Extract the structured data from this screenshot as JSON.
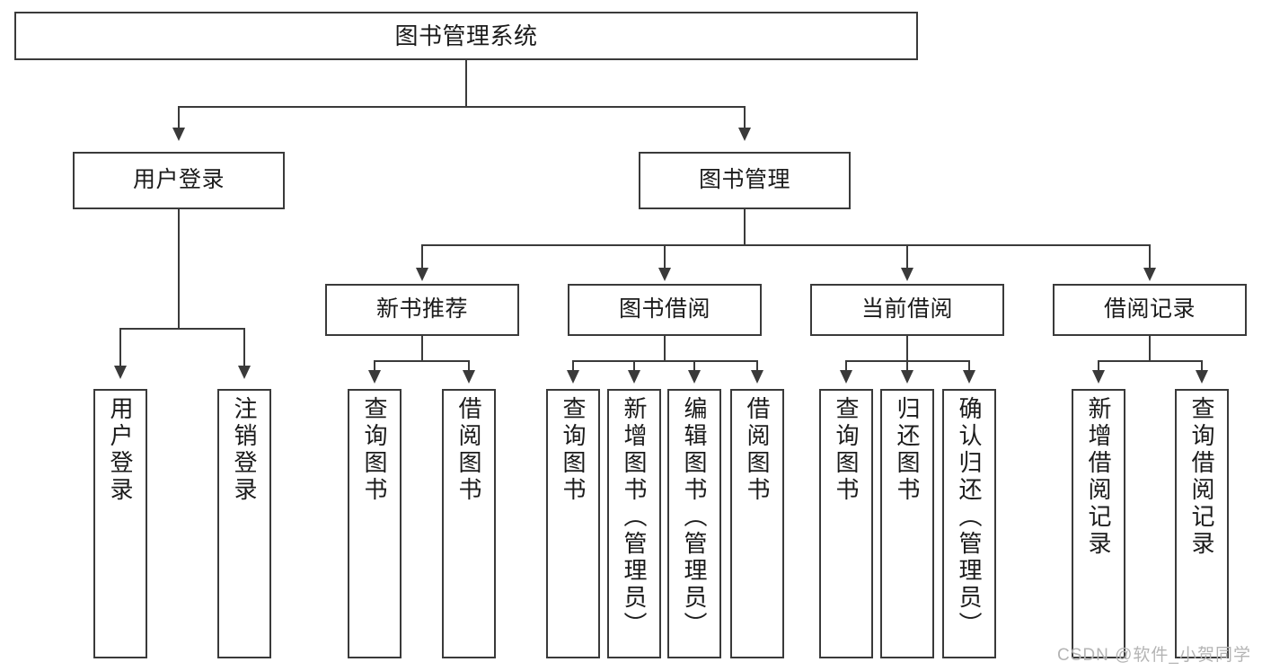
{
  "diagram": {
    "title": "图书管理系统",
    "type": "tree",
    "root": {
      "label": "图书管理系统"
    },
    "level2": [
      {
        "label": "用户登录"
      },
      {
        "label": "图书管理"
      }
    ],
    "level3": [
      {
        "label": "新书推荐"
      },
      {
        "label": "图书借阅"
      },
      {
        "label": "当前借阅"
      },
      {
        "label": "借阅记录"
      }
    ],
    "leaves": {
      "user_login": [
        {
          "label": "用户登录"
        },
        {
          "label": "注销登录"
        }
      ],
      "new_book_recommend": [
        {
          "label": "查询图书"
        },
        {
          "label": "借阅图书"
        }
      ],
      "book_borrow": [
        {
          "label": "查询图书"
        },
        {
          "label": "新增图书（管理员）"
        },
        {
          "label": "编辑图书（管理员）"
        },
        {
          "label": "借阅图书"
        }
      ],
      "current_borrow": [
        {
          "label": "查询图书"
        },
        {
          "label": "归还图书"
        },
        {
          "label": "确认归还（管理员）"
        }
      ],
      "borrow_record": [
        {
          "label": "新增借阅记录"
        },
        {
          "label": "查询借阅记录"
        }
      ]
    }
  },
  "watermark": {
    "text": "CSDN @软件_小贺同学"
  },
  "colors": {
    "stroke": "#3a3a3a",
    "background": "#ffffff",
    "text": "#1b1b1b",
    "watermark": "#b4b4b4"
  }
}
